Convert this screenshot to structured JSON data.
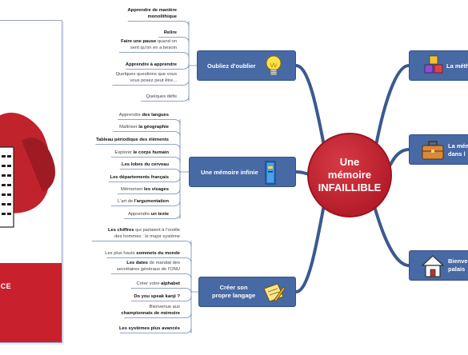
{
  "center": {
    "title": "Une\nmémoire\nINFAILLIBLE"
  },
  "branches": {
    "oubliez": "Oubliez d'oublier",
    "infinie": "Une mémoire infinie",
    "langage": "Créer son\npropre langage",
    "methode": "La méth",
    "dans": "La mém\ndans l",
    "palais": "Bienven\npalais"
  },
  "book": {
    "band_text": "ICE"
  },
  "leaves_oubliez": [
    {
      "lines": [
        [
          {
            "b": "Apprendre de manière"
          }
        ],
        [
          {
            "b": "monolithique"
          }
        ]
      ]
    },
    {
      "lines": [
        [
          {
            "b": "Relire"
          }
        ]
      ]
    },
    {
      "lines": [
        [
          {
            "b": "Faire une pause"
          },
          {
            "n": " quand on"
          }
        ],
        [
          {
            "n": "sent qu'on en a besoin"
          }
        ]
      ]
    },
    {
      "lines": [
        [
          {
            "b": "Apprendre à apprendre"
          }
        ]
      ]
    },
    {
      "lines": [
        [
          {
            "n": "Quelques questions que vous"
          }
        ],
        [
          {
            "n": "vous posez peut être..."
          }
        ]
      ]
    },
    {
      "lines": [
        [
          {
            "n": "Quelques défis"
          }
        ]
      ]
    }
  ],
  "leaves_infinie": [
    {
      "lines": [
        [
          {
            "n": "Apprendre "
          },
          {
            "b": "des langues"
          }
        ]
      ]
    },
    {
      "lines": [
        [
          {
            "n": "Maîtriser "
          },
          {
            "b": "la géographie"
          }
        ]
      ]
    },
    {
      "lines": [
        [
          {
            "b": "Tableau périodique des éléments"
          }
        ]
      ]
    },
    {
      "lines": [
        [
          {
            "n": "Explorer "
          },
          {
            "b": "le corps humain"
          }
        ]
      ]
    },
    {
      "lines": [
        [
          {
            "b": "Les lobes du cerveau"
          }
        ]
      ]
    },
    {
      "lines": [
        [
          {
            "b": "Les départements français"
          }
        ]
      ]
    },
    {
      "lines": [
        [
          {
            "n": "Mémoriser "
          },
          {
            "b": "les visages"
          }
        ]
      ]
    },
    {
      "lines": [
        [
          {
            "n": "L'art de "
          },
          {
            "b": "l'argumentation"
          }
        ]
      ]
    },
    {
      "lines": [
        [
          {
            "n": "Apprendre "
          },
          {
            "b": "un texte"
          }
        ]
      ]
    }
  ],
  "leaves_langage": [
    {
      "lines": [
        [
          {
            "b": "Les chiffres"
          },
          {
            "n": " qui parlaient à l'oreille"
          }
        ],
        [
          {
            "n": "des hommes : le major système"
          }
        ]
      ]
    },
    {
      "lines": [
        [
          {
            "n": "Les plus hauts "
          },
          {
            "b": "sommets du monde"
          }
        ]
      ]
    },
    {
      "lines": [
        [
          {
            "b": "Les dates"
          },
          {
            "n": " de mandat des"
          }
        ],
        [
          {
            "n": "secrétaires généraux de l'ONU"
          }
        ]
      ]
    },
    {
      "lines": [
        [
          {
            "n": "Créer votre "
          },
          {
            "b": "alphabet"
          }
        ]
      ]
    },
    {
      "lines": [
        [
          {
            "b": "Do you speak kanji ?"
          }
        ]
      ]
    },
    {
      "lines": [
        [
          {
            "n": "Bienvenue aux"
          }
        ],
        [
          {
            "b": "championnats de mémoire"
          }
        ]
      ]
    },
    {
      "lines": [
        [
          {
            "b": "Les systèmes plus avancés"
          }
        ]
      ]
    }
  ],
  "colors": {
    "branch": "#4769a4",
    "center": "#c1242f",
    "wire": "#3a5a8f",
    "leaf_line": "#6f86b5"
  },
  "icons": {
    "oubliez": "lightbulb-icon",
    "infinie": "book-icon",
    "langage": "pencil-note-icon",
    "methode": "cubes-icon",
    "dans": "suitcase-icon",
    "palais": "house-icon"
  }
}
